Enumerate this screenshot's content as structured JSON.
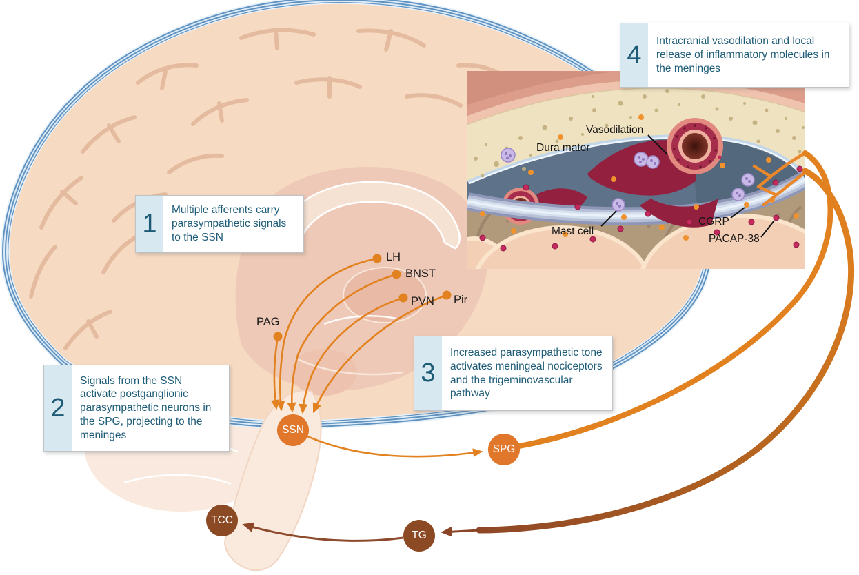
{
  "steps": [
    {
      "number": "1",
      "text": "Multiple afferents carry parasympathetic signals to the SSN"
    },
    {
      "number": "2",
      "text": "Signals from the SSN activate postganglionic parasympathetic neurons in the SPG, projecting to the meninges"
    },
    {
      "number": "3",
      "text": "Increased parasympathetic tone activates meningeal nociceptors and the trigeminovascular pathway"
    },
    {
      "number": "4",
      "text": "Intracranial vasodilation and local release of inflammatory molecules in the meninges"
    }
  ],
  "brain_labels": {
    "lh": "LH",
    "bnst": "BNST",
    "pvn": "PVN",
    "pir": "Pir",
    "pag": "PAG"
  },
  "nodes": {
    "ssn": "SSN",
    "spg": "SPG",
    "tcc": "TCC",
    "tg": "TG"
  },
  "inset_labels": {
    "vasodilation": "Vasodilation",
    "dura_mater": "Dura mater",
    "mast_cell": "Mast cell",
    "cgrp": "CGRP",
    "pacap": "PACAP-38"
  },
  "colors": {
    "accent_orange": "#e2811f",
    "pathway_brown": "#8b4a24",
    "step_text_teal": "#1d5b77",
    "step_number_bg": "#d8e8f0",
    "meninges_blue": "#5f92c0",
    "cortex_peach": "#f7dac2"
  }
}
